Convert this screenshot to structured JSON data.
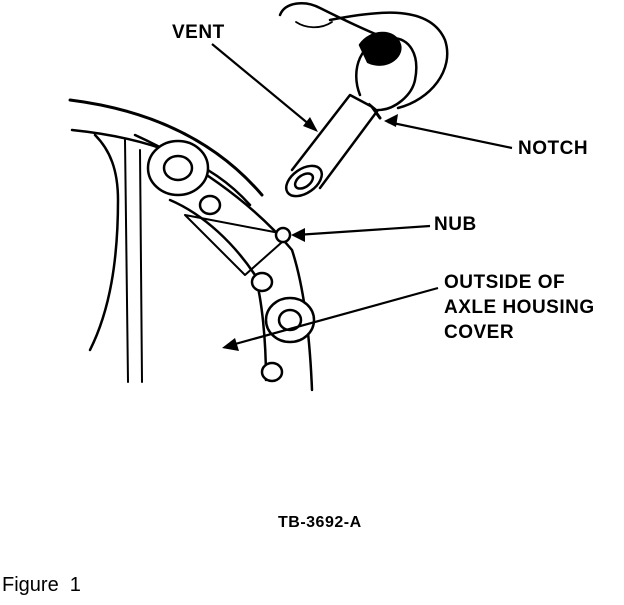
{
  "labels": {
    "vent": "VENT",
    "notch": "NOTCH",
    "nub": "NUB",
    "outside_line1": "OUTSIDE OF",
    "outside_line2": "AXLE HOUSING",
    "outside_line3": "COVER"
  },
  "drawing_id": "TB-3692-A",
  "caption": "Figure  1"
}
